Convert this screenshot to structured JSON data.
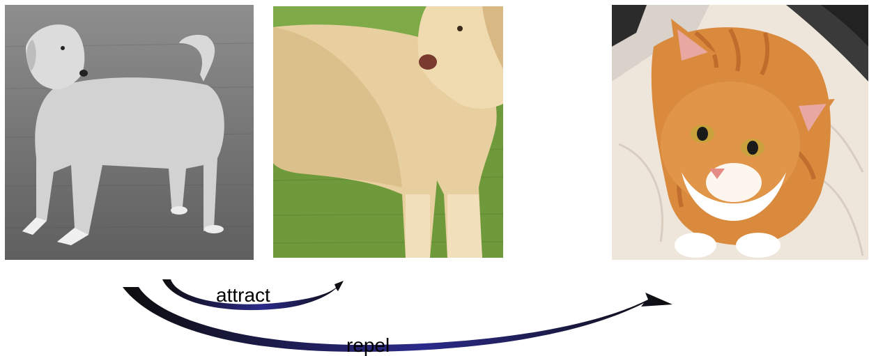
{
  "panels": [
    {
      "id": "grayscale-dog",
      "description_icon": "dog-photo-grayscale"
    },
    {
      "id": "color-dog-crop",
      "description_icon": "dog-photo-color-crop"
    },
    {
      "id": "cat",
      "description_icon": "cat-photo"
    }
  ],
  "arrows": {
    "attract_label": "attract",
    "repel_label": "repel",
    "arrow_color": "#1a1a2e",
    "arrow_accent": "#2b2a8a"
  },
  "colors": {
    "grass_green": "#6f9a3c",
    "fur_cream": "#e8cfa0",
    "cat_orange": "#d98a3d",
    "bedding": "#efe6db"
  }
}
